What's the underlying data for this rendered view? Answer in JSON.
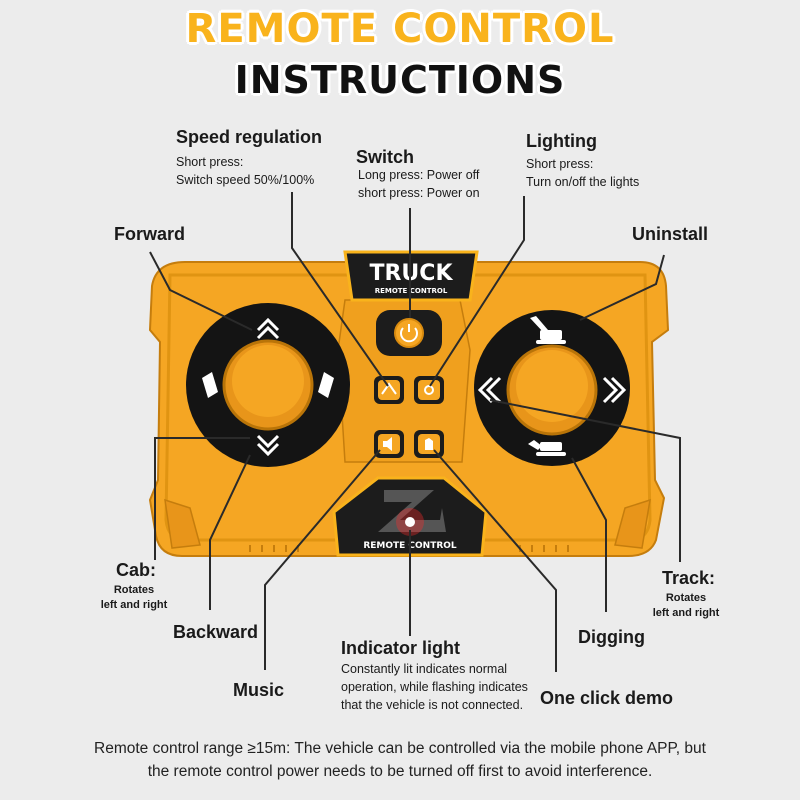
{
  "title": {
    "line1": "REMOTE CONTROL",
    "line2": "INSTRUCTIONS"
  },
  "remote": {
    "badge_top": "TRUCK",
    "badge_top_sub": "REMOTE CONTROL",
    "badge_bottom": "REMOTE CONTROL"
  },
  "labels": {
    "speed": {
      "title": "Speed regulation",
      "desc1": "Short press:",
      "desc2": "Switch speed 50%/100%"
    },
    "switch": {
      "title": "Switch",
      "desc1": "Long press: Power off",
      "desc2": "short press: Power on"
    },
    "lighting": {
      "title": "Lighting",
      "desc1": "Short press:",
      "desc2": "Turn on/off the lights"
    },
    "forward": {
      "title": "Forward"
    },
    "uninstall": {
      "title": "Uninstall"
    },
    "cab": {
      "title": "Cab:",
      "desc1": "Rotates",
      "desc2": "left and right"
    },
    "track": {
      "title": "Track:",
      "desc1": "Rotates",
      "desc2": "left and right"
    },
    "backward": {
      "title": "Backward"
    },
    "digging": {
      "title": "Digging"
    },
    "music": {
      "title": "Music"
    },
    "indicator": {
      "title": "Indicator light",
      "desc1": "Constantly lit indicates normal",
      "desc2": "operation, while flashing indicates",
      "desc3": "that the vehicle is not connected."
    },
    "demo": {
      "title": "One click demo"
    }
  },
  "footer": {
    "line1": "Remote control range ≥15m: The vehicle can be controlled via the mobile phone APP, but",
    "line2": "the remote control power needs to be turned off first to avoid interference."
  },
  "colors": {
    "body": "#f5a623",
    "body_dark": "#d98b0f",
    "accent": "#f9b31c",
    "pad": "#111111",
    "led": "#ff2a2a"
  }
}
